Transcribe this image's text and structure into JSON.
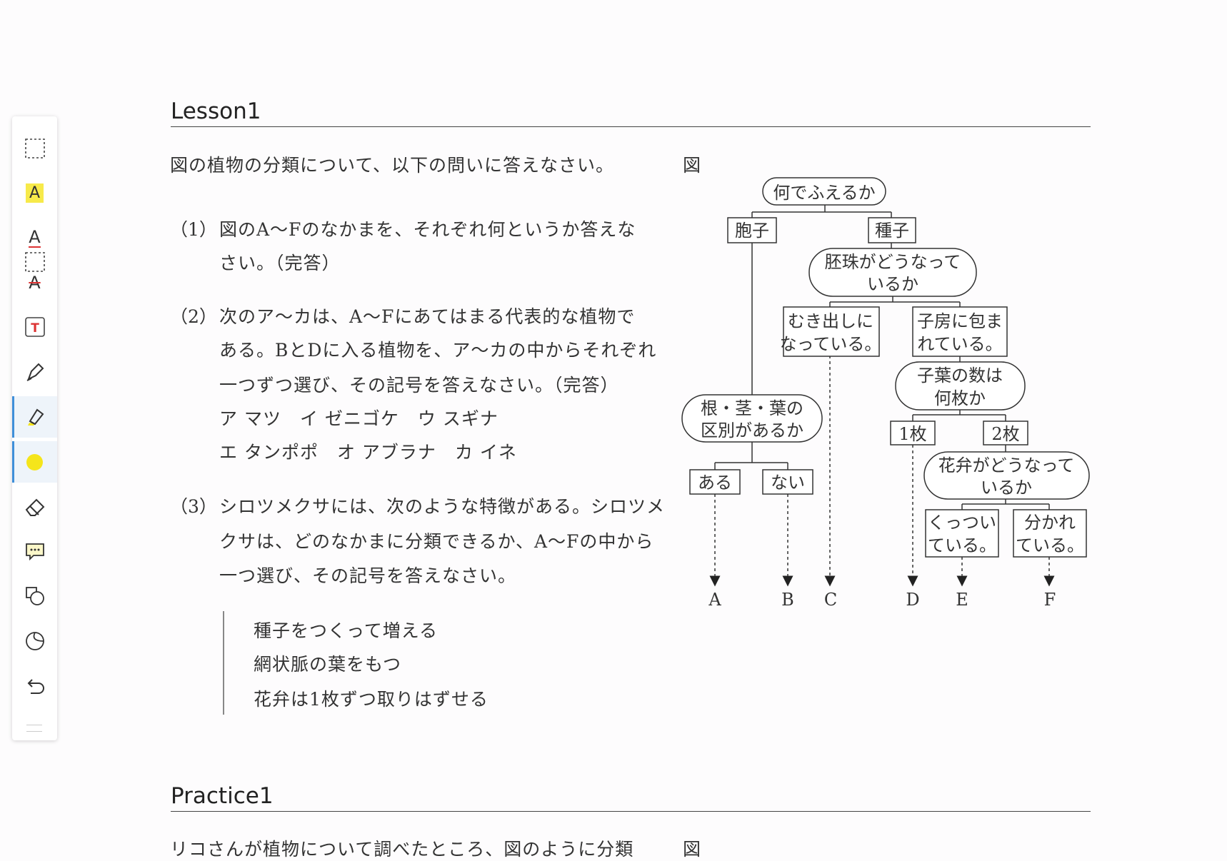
{
  "toolbar": {
    "tools": [
      {
        "name": "select-tool",
        "icon": "dashed-rectangle-icon"
      },
      {
        "name": "highlight-text-tool",
        "icon": "highlight-a-icon",
        "label": "A"
      },
      {
        "name": "underline-tool",
        "icon": "underline-a-icon",
        "label": "A"
      },
      {
        "name": "strikethrough-tool",
        "icon": "strikethrough-a-icon",
        "label": "A"
      },
      {
        "name": "textbox-tool",
        "icon": "textbox-icon",
        "label": "T"
      },
      {
        "name": "pen-tool",
        "icon": "pen-icon"
      },
      {
        "name": "highlighter-tool",
        "icon": "highlighter-icon",
        "active": true
      },
      {
        "name": "color-picker",
        "icon": "color-dot-icon",
        "color": "#f5e51b"
      },
      {
        "name": "eraser-tool",
        "icon": "eraser-icon"
      },
      {
        "name": "comment-tool",
        "icon": "comment-icon"
      },
      {
        "name": "shape-tool",
        "icon": "shapes-icon"
      },
      {
        "name": "stamp-tool",
        "icon": "stamp-icon"
      },
      {
        "name": "undo-button",
        "icon": "undo-icon"
      }
    ],
    "accent_color": "#3f8fd9"
  },
  "lesson": {
    "title": "Lesson1",
    "intro": "図の植物の分類について、以下の問いに答えなさい。",
    "figure_label": "図",
    "q1": {
      "num": "（1）",
      "lines": [
        "図のA～Fのなかまを、それぞれ何というか答えな",
        "さい。（完答）"
      ]
    },
    "q2": {
      "num": "（2）",
      "lines": [
        "次のア～カは、A～Fにあてはまる代表的な植物で",
        "ある。BとDに入る植物を、ア～カの中からそれぞれ",
        "一つずつ選び、その記号を答えなさい。（完答）",
        "ア マツ　イ ゼニゴケ　ウ スギナ",
        "エ タンポポ　オ アブラナ　カ イネ"
      ]
    },
    "q3": {
      "num": "（3）",
      "lines": [
        "シロツメクサには、次のような特徴がある。シロツメ",
        "クサは、どのなかまに分類できるか、A～Fの中から",
        "一つ選び、その記号を答えなさい。"
      ]
    },
    "features": [
      "種子をつくって増える",
      "網状脈の葉をもつ",
      "花弁は1枚ずつ取りはずせる"
    ]
  },
  "diagram": {
    "root": "何でふえるか",
    "spore": "胞子",
    "seed": "種子",
    "ovule_q": [
      "胚珠がどうなって",
      "いるか"
    ],
    "exposed": [
      "むき出しに",
      "なっている。"
    ],
    "enclosed": [
      "子房に包ま",
      "れている。"
    ],
    "cotyledon_q": [
      "子葉の数は",
      "何枚か"
    ],
    "one": "1枚",
    "two": "2枚",
    "root_stem_q": [
      "根・茎・葉の",
      "区別があるか"
    ],
    "yes": "ある",
    "no": "ない",
    "petal_q": [
      "花弁がどうなって",
      "いるか"
    ],
    "fused": [
      "くっつい",
      "ている。"
    ],
    "separate": [
      "分かれ",
      "ている。"
    ],
    "leaves": [
      "A",
      "B",
      "C",
      "D",
      "E",
      "F"
    ]
  },
  "practice": {
    "title": "Practice1",
    "intro": "リコさんが植物について調べたところ、図のように分類",
    "figure_label": "図"
  }
}
